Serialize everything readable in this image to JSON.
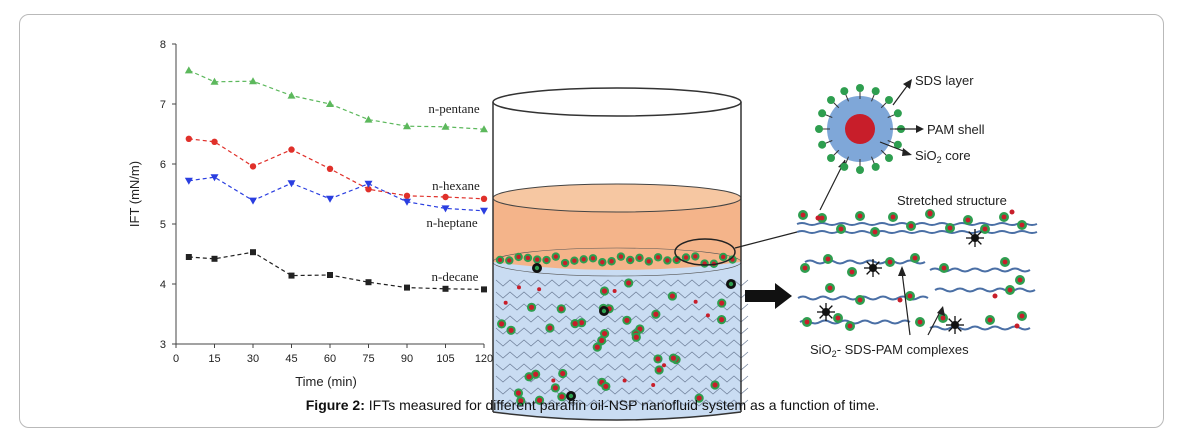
{
  "caption": {
    "prefix": "Figure 2:",
    "text": "IFTs measured for different paraffin oil-NSP nanofluid system as a function of time."
  },
  "chart_data": {
    "type": "line",
    "title": "",
    "xlabel": "Time (min)",
    "ylabel": "IFT (mN/m)",
    "xlim": [
      0,
      120
    ],
    "ylim": [
      3,
      8
    ],
    "x_ticks": [
      0,
      15,
      30,
      45,
      60,
      75,
      90,
      105,
      120
    ],
    "y_ticks": [
      3,
      4,
      5,
      6,
      7,
      8
    ],
    "x": [
      5,
      15,
      30,
      45,
      60,
      75,
      90,
      105,
      120
    ],
    "series": [
      {
        "name": "n-pentane",
        "marker": "triangle-up",
        "color": "#5cb85c",
        "values": [
          7.56,
          7.37,
          7.38,
          7.14,
          7.0,
          6.74,
          6.63,
          6.62,
          6.58
        ]
      },
      {
        "name": "n-hexane",
        "marker": "circle",
        "color": "#e0302a",
        "values": [
          6.42,
          6.37,
          5.96,
          6.24,
          5.92,
          5.58,
          5.47,
          5.45,
          5.42
        ]
      },
      {
        "name": "n-heptane",
        "marker": "triangle-down",
        "color": "#2a3ee0",
        "values": [
          5.72,
          5.78,
          5.39,
          5.68,
          5.42,
          5.67,
          5.37,
          5.26,
          5.22
        ]
      },
      {
        "name": "n-decane",
        "marker": "square",
        "color": "#222222",
        "values": [
          4.45,
          4.42,
          4.53,
          4.14,
          4.15,
          4.03,
          3.94,
          3.92,
          3.91
        ]
      }
    ]
  },
  "diagram": {
    "labels": {
      "sds_layer": "SDS layer",
      "pam_shell": "PAM shell",
      "sio2_core_main": "SiO",
      "sio2_core_sub": "2",
      "sio2_core_tail": " core",
      "stretched": "Stretched structure",
      "complexes_main": "SiO",
      "complexes_sub": "2",
      "complexes_tail": "- SDS-PAM complexes"
    },
    "colors": {
      "oil": "#f4b48a",
      "water": "#c9dcf2",
      "core": "#c81e2a",
      "shell": "#7fa7d8",
      "sds": "#2e9e4f"
    }
  }
}
